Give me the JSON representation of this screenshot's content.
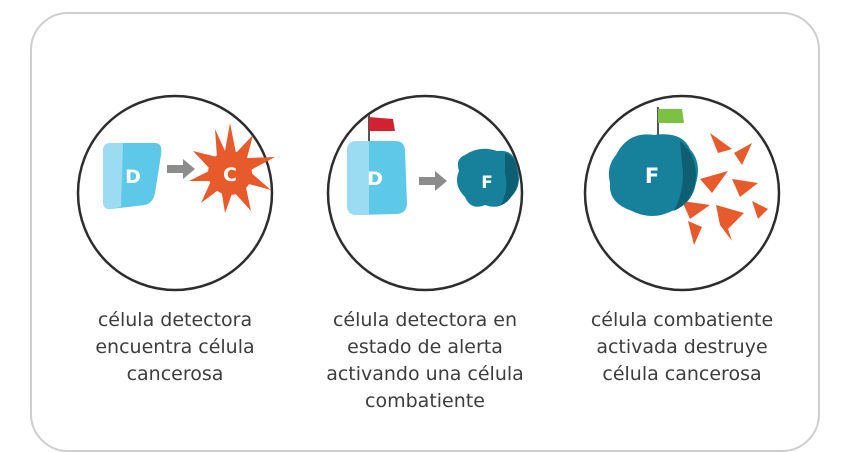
{
  "stages": [
    {
      "caption": [
        "célula detectora",
        "encuentra célula",
        "cancerosa"
      ],
      "cells": {
        "left": "D",
        "right": "C"
      }
    },
    {
      "caption": [
        "célula detectora en",
        "estado de alerta",
        "activando una célula",
        "combatiente"
      ],
      "cells": {
        "left": "D",
        "right": "F"
      }
    },
    {
      "caption": [
        "célula combatiente",
        "activada destruye",
        "célula cancerosa"
      ],
      "cells": {
        "main": "F"
      }
    }
  ],
  "colors": {
    "detector_cell": "#5ec8e8",
    "detector_cell_light": "#9bdcf2",
    "cancer_cell": "#e65a2c",
    "fighter_cell": "#17819b",
    "fighter_cell_dark": "#0f5f73",
    "arrow": "#8c8c8c",
    "flag_alert": "#d0232f",
    "flag_active": "#7cc242",
    "circle_stroke": "#2d2d2d"
  }
}
